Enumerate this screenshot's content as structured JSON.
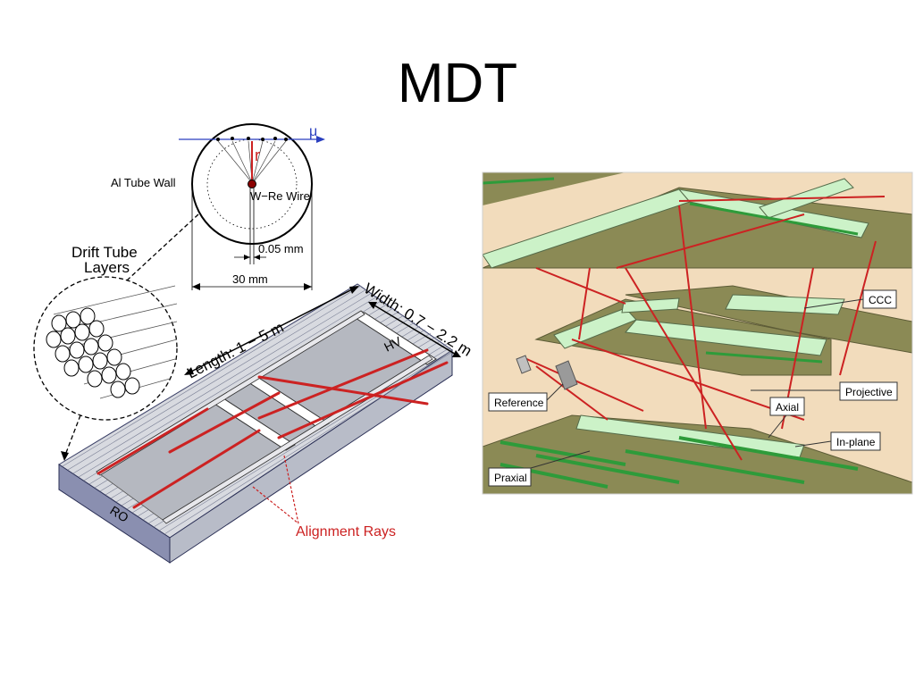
{
  "slide": {
    "title": "MDT"
  },
  "left_diagram": {
    "muon_symbol": "μ",
    "radius_symbol": "r",
    "tube_wall_label": "Al Tube Wall",
    "wire_label": "W−Re Wire",
    "wire_dim_label": "0.05 mm",
    "tube_diameter_label": "30 mm",
    "drift_layers_label_line1": "Drift Tube",
    "drift_layers_label_line2": "Layers",
    "length_label": "Length: 1 − 5 m",
    "width_label": "Width: 0.7 − 2.2 m",
    "hv_label": "HV",
    "ro_label": "RO",
    "alignment_rays_label": "Alignment Rays"
  },
  "right_diagram": {
    "callouts": [
      "CCC",
      "Projective",
      "Reference",
      "Axial",
      "In-plane",
      "Praxial"
    ]
  },
  "colors": {
    "alignment_red": "#cc2222",
    "chamber_olive": "#8b8a55",
    "spacer_green": "#ccf2c8",
    "background_beige": "#f2dcbc",
    "muon_blue": "#2a3fbf"
  }
}
